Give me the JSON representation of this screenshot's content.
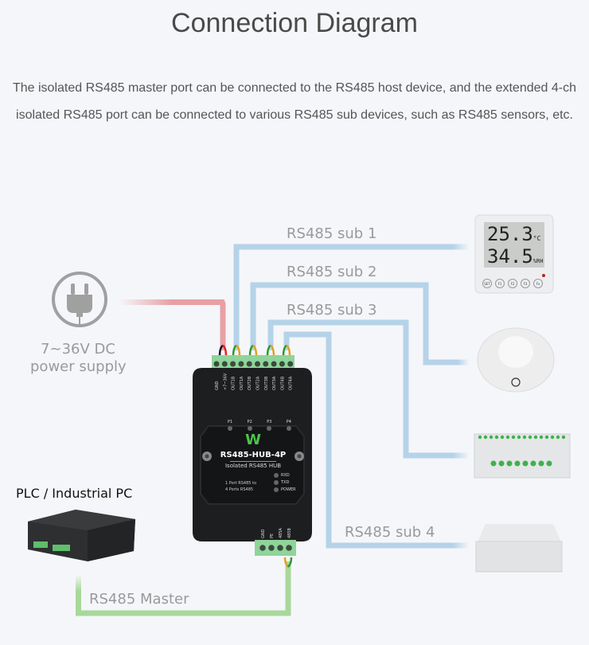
{
  "header": {
    "title": "Connection Diagram",
    "description": "The isolated RS485 master port can be connected to the RS485 host device, and the extended 4-ch isolated RS485 port can be connected to various RS485 sub devices, such as RS485 sensors, etc."
  },
  "power": {
    "icon": "power-plug-icon",
    "voltage": "7~36V DC",
    "label": "power supply",
    "wire_color": "#e8a0a4"
  },
  "host": {
    "title": "PLC / Industrial PC",
    "link_label": "RS485 Master",
    "wire_color": "#a8d89a"
  },
  "hub": {
    "model": "RS485-HUB-4P",
    "subtitle": "Isolated RS485 HUB",
    "note_line1": "1 Port RS485 to",
    "note_line2": "4 Ports RS485",
    "port_leds": [
      "P1",
      "P2",
      "P3",
      "P4"
    ],
    "status_leds": [
      "RXD",
      "TXD",
      "POWER"
    ],
    "top_terminals": [
      "GND",
      "+7~36V",
      "OUT1B",
      "OUT1A",
      "OUT2B",
      "OUT2A",
      "OUT3B",
      "OUT3A",
      "OUT4B",
      "OUT4A"
    ],
    "bottom_terminals": [
      "GND",
      "PE",
      "485A",
      "485B"
    ],
    "accent": "#4cc44a"
  },
  "subs": [
    {
      "label": "RS485 sub 1",
      "device": "temperature-humidity-sensor",
      "temp": "25.3",
      "temp_unit": "°C",
      "humidity": "34.5",
      "humidity_unit": "%RH",
      "buttons": [
        "SET",
        "F1",
        "F2",
        "F3",
        "Fx"
      ]
    },
    {
      "label": "RS485 sub 2",
      "device": "smoke-detector"
    },
    {
      "label": "RS485 sub 3",
      "device": "relay-module"
    },
    {
      "label": "RS485 sub 4",
      "device": "printer"
    }
  ],
  "sub_wire_color": "#b5d3e8"
}
